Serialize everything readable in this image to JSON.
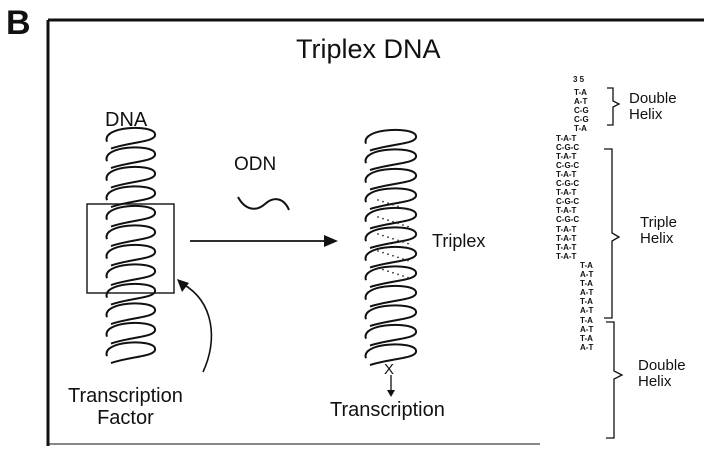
{
  "panel_letter": "B",
  "title": "Triplex DNA",
  "labels": {
    "dna": "DNA",
    "odn": "ODN",
    "triplex": "Triplex",
    "transcription_factor_line1": "Transcription",
    "transcription_factor_line2": "Factor",
    "block_mark": "X",
    "transcription": "Transcription"
  },
  "helix_labels": {
    "top_double_line1": "Double",
    "top_double_line2": "Helix",
    "triple_line1": "Triple",
    "triple_line2": "Helix",
    "bottom_double_line1": "Double",
    "bottom_double_line2": "Helix"
  },
  "sequence": {
    "ends": "3  5",
    "top_double": [
      "T-A",
      "A-T",
      "C-G",
      "C-G",
      "T-A"
    ],
    "triple": [
      "T-A-T",
      "C-G-C",
      "T-A-T",
      "C-G-C",
      "T-A-T",
      "C-G-C",
      "T-A-T",
      "C-G-C",
      "T-A-T",
      "C-G-C",
      "T-A-T",
      "T-A-T",
      "T-A-T",
      "T-A-T"
    ],
    "bottom_double": [
      "T-A",
      "A-T",
      "T-A",
      "A-T",
      "T-A",
      "A-T",
      "T-A",
      "A-T",
      "T-A",
      "A-T"
    ]
  }
}
